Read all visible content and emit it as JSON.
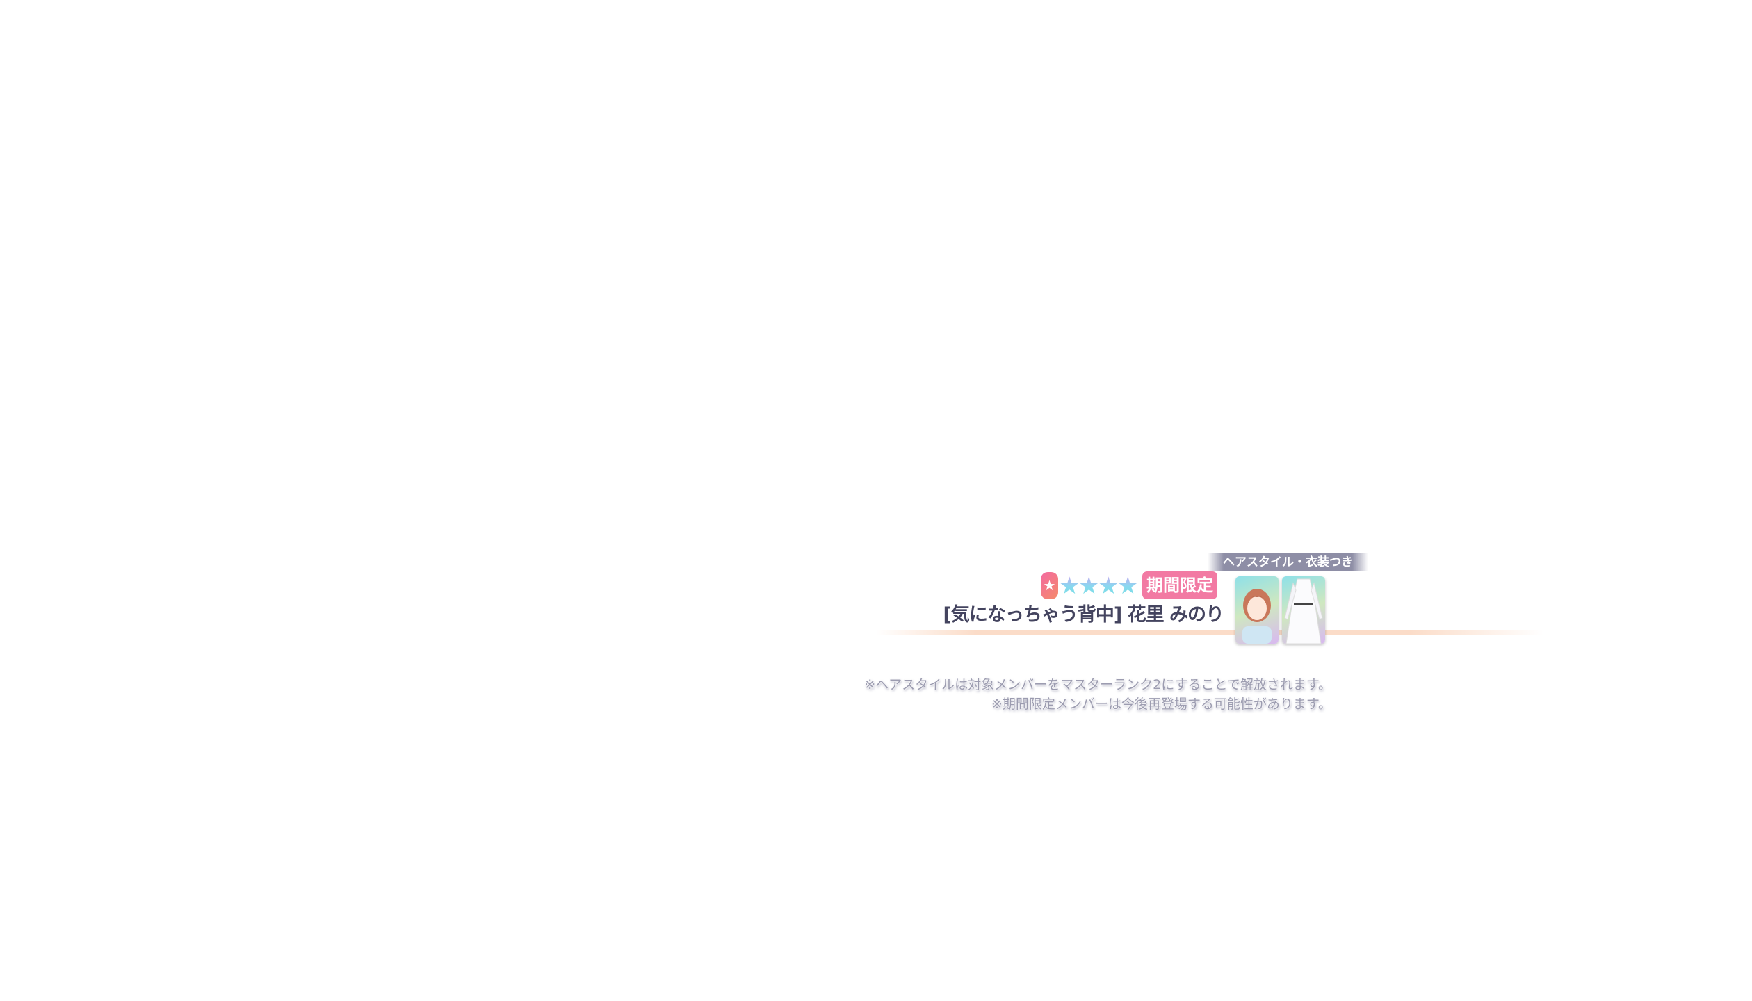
{
  "card": {
    "extras_label": "ヘアスタイル・衣装つき",
    "rarity_icon": "star-icon",
    "rarity_stars": 4,
    "limited_badge": "期間限定",
    "name": "[気になっちゃう背中] 花里 みのり",
    "colors": {
      "badge": "#f27aa3",
      "name": "#44445f"
    }
  },
  "notes": [
    "※ヘアスタイルは対象メンバーをマスターランク2にすることで解放されます。",
    "※期間限定メンバーは今後再登場する可能性があります。"
  ]
}
